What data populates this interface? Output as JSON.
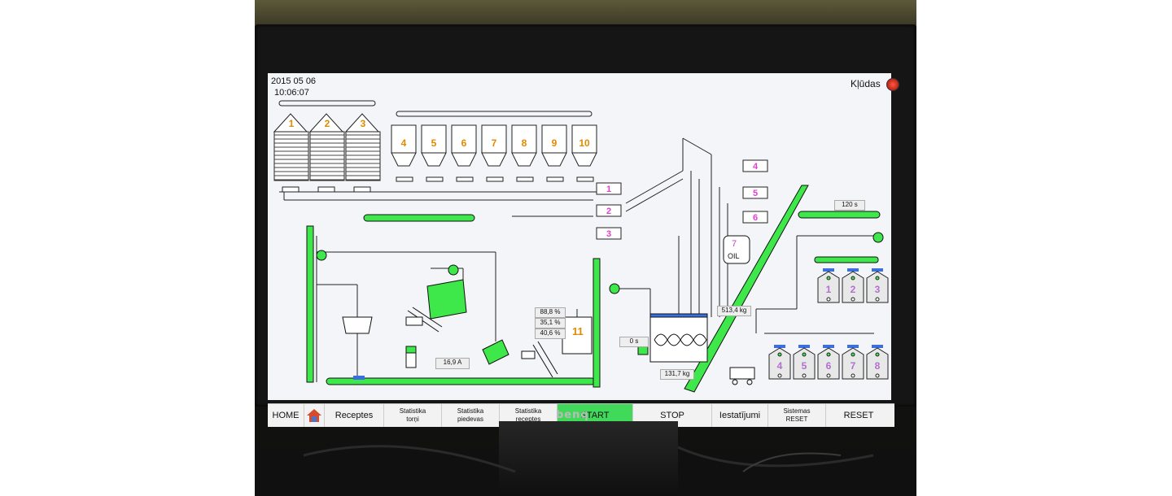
{
  "clock": {
    "date": "2015 05 06",
    "time": "10:06:07"
  },
  "alarm": {
    "label": "Kļūdas"
  },
  "silos": [
    "1",
    "2",
    "3"
  ],
  "bins": [
    "4",
    "5",
    "6",
    "7",
    "8",
    "9",
    "10"
  ],
  "dosing_boxes": [
    "1",
    "2",
    "3",
    "4",
    "5",
    "6"
  ],
  "oil_tank": {
    "number": "7",
    "label": "OIL"
  },
  "mill": {
    "number": "11"
  },
  "readouts": {
    "current_a": "16,9 A",
    "pct_1": "88,8 %",
    "pct_2": "35,1 %",
    "pct_3": "40,6 %",
    "mixer_time": "0 s",
    "mixer_weight": "131,7 kg",
    "oil_weight": "513,4 kg",
    "timer": "120 s"
  },
  "upper_storage": [
    "1",
    "2",
    "3"
  ],
  "lower_storage": [
    "4",
    "5",
    "6",
    "7",
    "8"
  ],
  "navigation": {
    "home": "HOME",
    "recipes": "Receptes",
    "stat_tower_1": "Statistika",
    "stat_tower_2": "torņi",
    "stat_feed_1": "Statistika",
    "stat_feed_2": "piedevas",
    "stat_recipe_1": "Statistika",
    "stat_recipe_2": "receptes",
    "start": "START",
    "stop": "STOP",
    "settings": "Iestatījumi",
    "sys_reset_1": "Sistemas",
    "sys_reset_2": "RESET",
    "reset": "RESET"
  },
  "colors": {
    "flow_green": "#3ee84a",
    "box_number": "#e08a00",
    "bin_number": "#e040d0",
    "storage_number": "#b070d0",
    "alarm": "#e02020"
  },
  "monitor_brand": "benq"
}
